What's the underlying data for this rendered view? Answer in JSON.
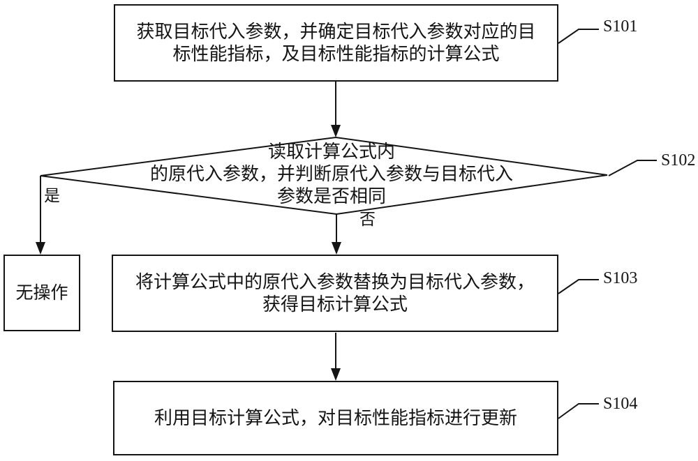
{
  "flowchart": {
    "nodes": {
      "s101_box": {
        "lines": [
          "获取目标代入参数，并确定目标代入参数对应的目",
          "标性能指标，及目标性能指标的计算公式"
        ]
      },
      "decision": {
        "lines": [
          "读取计算公式内",
          "的原代入参数，并判断原代入参数与目标代入",
          "参数是否相同"
        ]
      },
      "noop_box": {
        "label": "无操作"
      },
      "s103_box": {
        "lines": [
          "将计算公式中的原代入参数替换为目标代入参数，",
          "获得目标计算公式"
        ]
      },
      "s104_box": {
        "label": "利用目标计算公式，对目标性能指标进行更新"
      }
    },
    "step_labels": {
      "s101": "S101",
      "s102": "S102",
      "s103": "S103",
      "s104": "S104"
    },
    "branch_labels": {
      "yes": "是",
      "no": "否"
    },
    "colors": {
      "ink": "#141414",
      "background": "#ffffff"
    }
  }
}
